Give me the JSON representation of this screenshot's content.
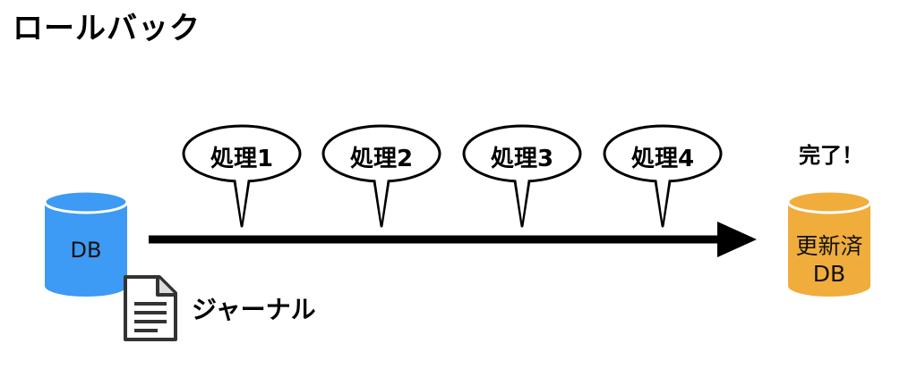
{
  "title": "ロールバック",
  "steps": [
    {
      "label": "処理1"
    },
    {
      "label": "処理2"
    },
    {
      "label": "処理3"
    },
    {
      "label": "処理4"
    }
  ],
  "source_db": {
    "label": "DB",
    "color": "#3d9af5"
  },
  "journal": {
    "label": "ジャーナル",
    "icon": "document-icon"
  },
  "target_db": {
    "label_line1": "更新済",
    "label_line2": "DB",
    "color": "#f0ad3b"
  },
  "done_label": "完了！"
}
